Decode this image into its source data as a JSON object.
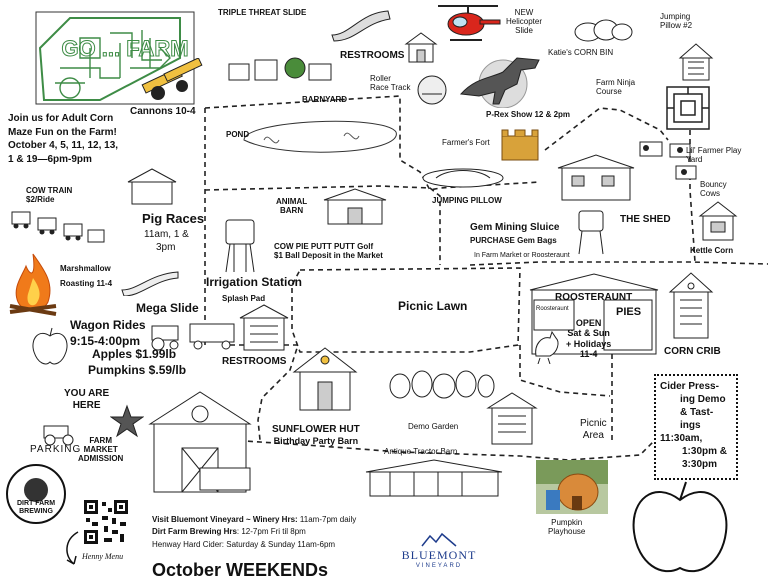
{
  "labels": {
    "triple_threat_slide": "TRIPLE THREAT SLIDE",
    "helicopter_slide_1": "NEW",
    "helicopter_slide_2": "Helicopter",
    "helicopter_slide_3": "Slide",
    "jumping_pillow_2_a": "Jumping",
    "jumping_pillow_2_b": "Pillow #2",
    "katies_corn_bin": "Katie's CORN BIN",
    "restrooms_top": "RESTROOMS",
    "roller_race_1": "Roller",
    "roller_race_2": "Race Track",
    "barnyard": "BARNYARD",
    "cannons": "Cannons 10-4",
    "pond": "POND",
    "farm_ninja_1": "Farm Ninja",
    "farm_ninja_2": "Course",
    "prex_show": "P-Rex Show 12 & 2pm",
    "farmers_fort": "Farmer's Fort",
    "lil_farmer_1": "Lil' Farmer Play",
    "lil_farmer_2": "Yard",
    "bouncy_cows_1": "Bouncy",
    "bouncy_cows_2": "Cows",
    "jumping_pillow": "JUMPING PILLOW",
    "cow_train_1": "COW TRAIN",
    "cow_train_2": "$2/Ride",
    "pig_races_1": "Pig Races",
    "pig_races_2": "11am, 1 &",
    "pig_races_3": "3pm",
    "animal_barn_1": "ANIMAL",
    "animal_barn_2": "BARN",
    "gem_mining": "Gem Mining Sluice",
    "purchase_gem": "PURCHASE Gem Bags",
    "gem_where": "In Farm Market or Roosteraunt",
    "the_shed": "THE SHED",
    "kettle_corn": "Kettle Corn",
    "cow_pie_1": "COW PIE PUTT PUTT Golf",
    "cow_pie_2": "$1 Ball Deposit in the Market",
    "marshmallow_1": "Marshmallow",
    "marshmallow_2": "Roasting 11-4",
    "irrigation_station": "Irrigation Station",
    "splash_pad": "Splash Pad",
    "mega_slide": "Mega Slide",
    "picnic_lawn": "Picnic Lawn",
    "roosteraunt": "ROOSTERAUNT",
    "open_1": "OPEN",
    "open_2": "Sat & Sun",
    "open_3": "+ Holidays",
    "open_4": "11-4",
    "corn_crib": "CORN CRIB",
    "wagon_rides_1": "Wagon Rides",
    "wagon_rides_2": "9:15-4:00pm",
    "apples": "Apples $1.99lb",
    "pumpkins": "Pumpkins $.59/lb",
    "restrooms_mid": "RESTROOMS",
    "you_are_here_1": "YOU ARE",
    "you_are_here_2": "HERE",
    "parking": "PARKING",
    "farm_market_1": "FARM",
    "farm_market_2": "MARKET",
    "farm_market_3": "ADMISSION",
    "sunflower_hut_1": "SUNFLOWER HUT",
    "sunflower_hut_2": "Birthday Party Barn",
    "demo_garden": "Demo Garden",
    "antique_tractor_barn": "Antique Tractor Barn",
    "picnic_area_1": "Picnic",
    "picnic_area_2": "Area",
    "pumpkin_playhouse_1": "Pumpkin",
    "pumpkin_playhouse_2": "Playhouse",
    "henny_menu": "Henny Menu",
    "dirt_farm_1": "DIRT FARM",
    "dirt_farm_2": "BREWING",
    "bluemont_1": "BLUEMONT",
    "bluemont_2": "VINEYARD",
    "pies_sign": "PIES",
    "roost_sign": "Roosteraunt"
  },
  "adult_maze": [
    "Join us for Adult Corn",
    "Maze Fun on the Farm!",
    "October 4, 5, 11, 12, 13,",
    "1 & 19—6pm-9pm"
  ],
  "cider": [
    "Cider Press-",
    "ing Demo",
    "& Tast-",
    "ings",
    "11:30am,",
    "1:30pm &",
    "3:30pm"
  ],
  "visit_lines": [
    {
      "bold": "Visit Bluemont Vineyard ~ Winery Hrs:",
      "rest": " 11am-7pm daily"
    },
    {
      "bold": "Dirt Farm Brewing Hrs",
      "rest": ": 12-7pm Fri  til 8pm"
    },
    {
      "bold": "",
      "rest": "Henway Hard Cider: Saturday & Sunday 11am-6pm"
    }
  ],
  "footer_title": "October WEEKENDs",
  "maze_text": "GO ... FARM",
  "icons": [
    "corn-maze",
    "cannon-icon",
    "helicopter-icon",
    "dinosaur-icon",
    "fort-icon",
    "pumpkin-icon",
    "barn-icon",
    "cow-icon",
    "water-tower-icon",
    "campfire-icon",
    "apple-icon",
    "star-icon",
    "tractor-icon",
    "qr-code-icon",
    "gazebo-icon",
    "sunflower-icon",
    "rooster-icon",
    "slide-icon",
    "labyrinth-icon"
  ],
  "colors": {
    "ink": "#111111",
    "helicopter": "#d9261c",
    "fire": "#f07a1a",
    "fort": "#d8a23a",
    "pumpkin": "#d98a3a",
    "bluemont": "#1e3c8c",
    "maze": "#3e8c46"
  }
}
